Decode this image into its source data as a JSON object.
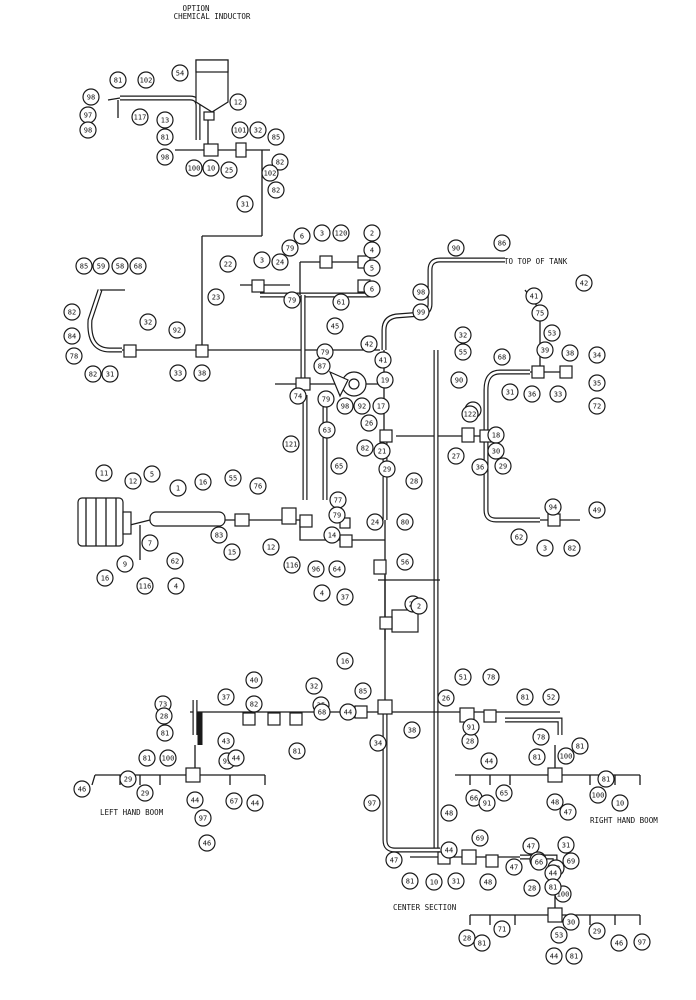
{
  "labels": {
    "option_line1": "OPTION",
    "option_line2": "CHEMICAL INDUCTOR",
    "to_top_of_tank": "TO TOP OF TANK",
    "left_hand_boom": "LEFT HAND BOOM",
    "right_hand_boom": "RIGHT HAND BOOM",
    "center_section": "CENTER SECTION"
  },
  "callouts": [
    "54",
    "98",
    "81",
    "102",
    "97",
    "117",
    "13",
    "12",
    "98",
    "81",
    "101",
    "32",
    "85",
    "98",
    "100",
    "10",
    "25",
    "82",
    "102",
    "82",
    "31",
    "85",
    "59",
    "58",
    "68",
    "82",
    "84",
    "78",
    "82",
    "31",
    "32",
    "92",
    "33",
    "38",
    "22",
    "23",
    "3",
    "24",
    "79",
    "6",
    "3",
    "120",
    "2",
    "4",
    "5",
    "6",
    "79",
    "61",
    "45",
    "79",
    "90",
    "86",
    "98",
    "99",
    "41",
    "42",
    "75",
    "53",
    "68",
    "39",
    "38",
    "31",
    "36",
    "33",
    "34",
    "35",
    "82",
    "72",
    "32",
    "55",
    "42",
    "41",
    "90",
    "87",
    "74",
    "79",
    "98",
    "92",
    "19",
    "17",
    "26",
    "21",
    "122",
    "18",
    "27",
    "30",
    "29",
    "36",
    "29",
    "82",
    "28",
    "121",
    "63",
    "65",
    "77",
    "79",
    "24",
    "80",
    "11",
    "12",
    "5",
    "1",
    "16",
    "55",
    "76",
    "7",
    "83",
    "15",
    "62",
    "12",
    "116",
    "14",
    "96",
    "64",
    "25",
    "16",
    "9",
    "116",
    "4",
    "4",
    "37",
    "56",
    "62",
    "94",
    "49",
    "3",
    "82",
    "2",
    "16",
    "40",
    "37",
    "73",
    "82",
    "32",
    "35",
    "85",
    "34",
    "38",
    "26",
    "51",
    "78",
    "81",
    "52",
    "28",
    "81",
    "43",
    "95",
    "81",
    "68",
    "44",
    "28",
    "91",
    "78",
    "81",
    "81",
    "100",
    "44",
    "46",
    "29",
    "29",
    "44",
    "97",
    "67",
    "44",
    "46",
    "97",
    "44",
    "81",
    "100",
    "66",
    "91",
    "65",
    "48",
    "47",
    "81",
    "100",
    "10",
    "31",
    "47",
    "48",
    "44",
    "69",
    "91",
    "69",
    "48",
    "47",
    "81",
    "10",
    "31",
    "48",
    "47",
    "66",
    "100",
    "44",
    "81",
    "28",
    "28",
    "81",
    "71",
    "53",
    "30",
    "29",
    "46",
    "97",
    "44",
    "81",
    "100",
    "91",
    "69",
    "48",
    "47",
    "81",
    "10",
    "81",
    "47",
    "48",
    "100",
    "44"
  ]
}
